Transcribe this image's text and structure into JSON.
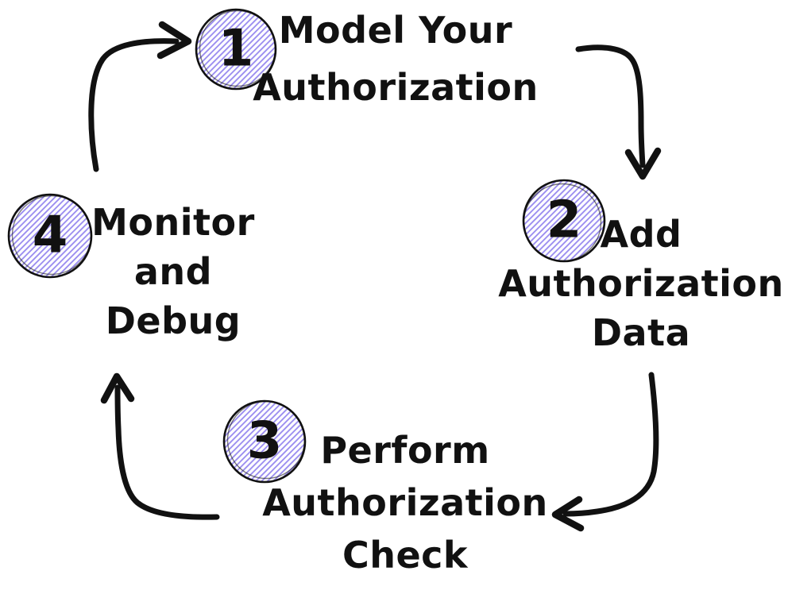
{
  "diagram": {
    "description": "Four-step authorization lifecycle loop",
    "steps": [
      {
        "number": "1",
        "label": "Model Your Authorization",
        "lines": [
          "Model Your",
          "Authorization"
        ]
      },
      {
        "number": "2",
        "label": "Add Authorization Data",
        "lines": [
          "Add",
          "Authorization",
          "Data"
        ]
      },
      {
        "number": "3",
        "label": "Perform Authorization Check",
        "lines": [
          "Perform",
          "Authorization",
          "Check"
        ]
      },
      {
        "number": "4",
        "label": "Monitor and Debug",
        "lines": [
          "Monitor",
          "and",
          "Debug"
        ]
      }
    ],
    "arrows": [
      {
        "from": "1",
        "to": "2"
      },
      {
        "from": "2",
        "to": "3"
      },
      {
        "from": "3",
        "to": "4"
      },
      {
        "from": "4",
        "to": "1"
      }
    ],
    "colors": {
      "ink": "#111111",
      "hatch_line": "#8b7cee",
      "hatch_background": "#ffffff",
      "canvas_background": "#ffffff"
    }
  }
}
